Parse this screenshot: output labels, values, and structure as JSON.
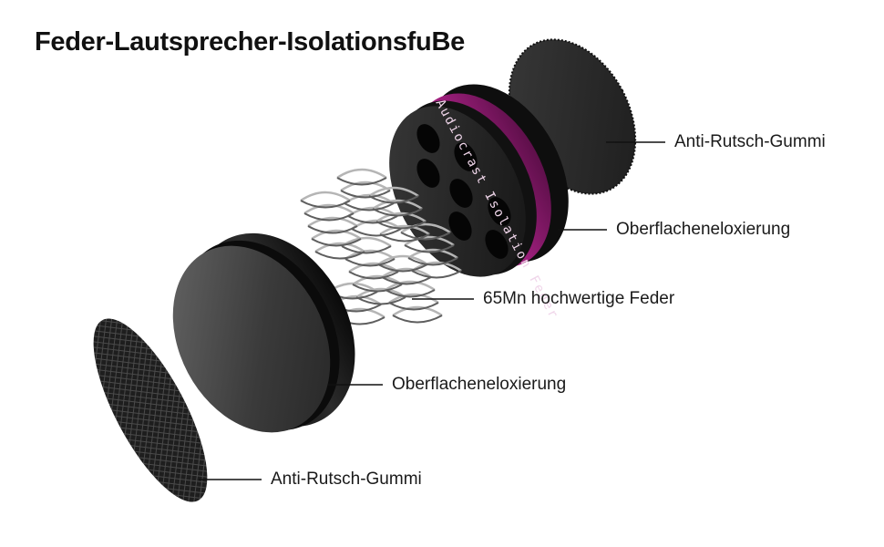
{
  "title": "Feder-Lautsprecher-IsolationsfuBe",
  "labels": {
    "top_rubber": "Anti-Rutsch-Gummi",
    "top_anodizing": "Oberflacheneloxierung",
    "spring": "65Mn hochwertige Feder",
    "bottom_anodizing": "Oberflacheneloxierung",
    "bottom_rubber": "Anti-Rutsch-Gummi"
  },
  "band_text": "Audiocrast Isolation Feder",
  "colors": {
    "accent_band": "#a0207e",
    "metal_dark": "#1b1b1b",
    "rubber": "#2a2a2a",
    "spring": "#9a9a9a"
  }
}
